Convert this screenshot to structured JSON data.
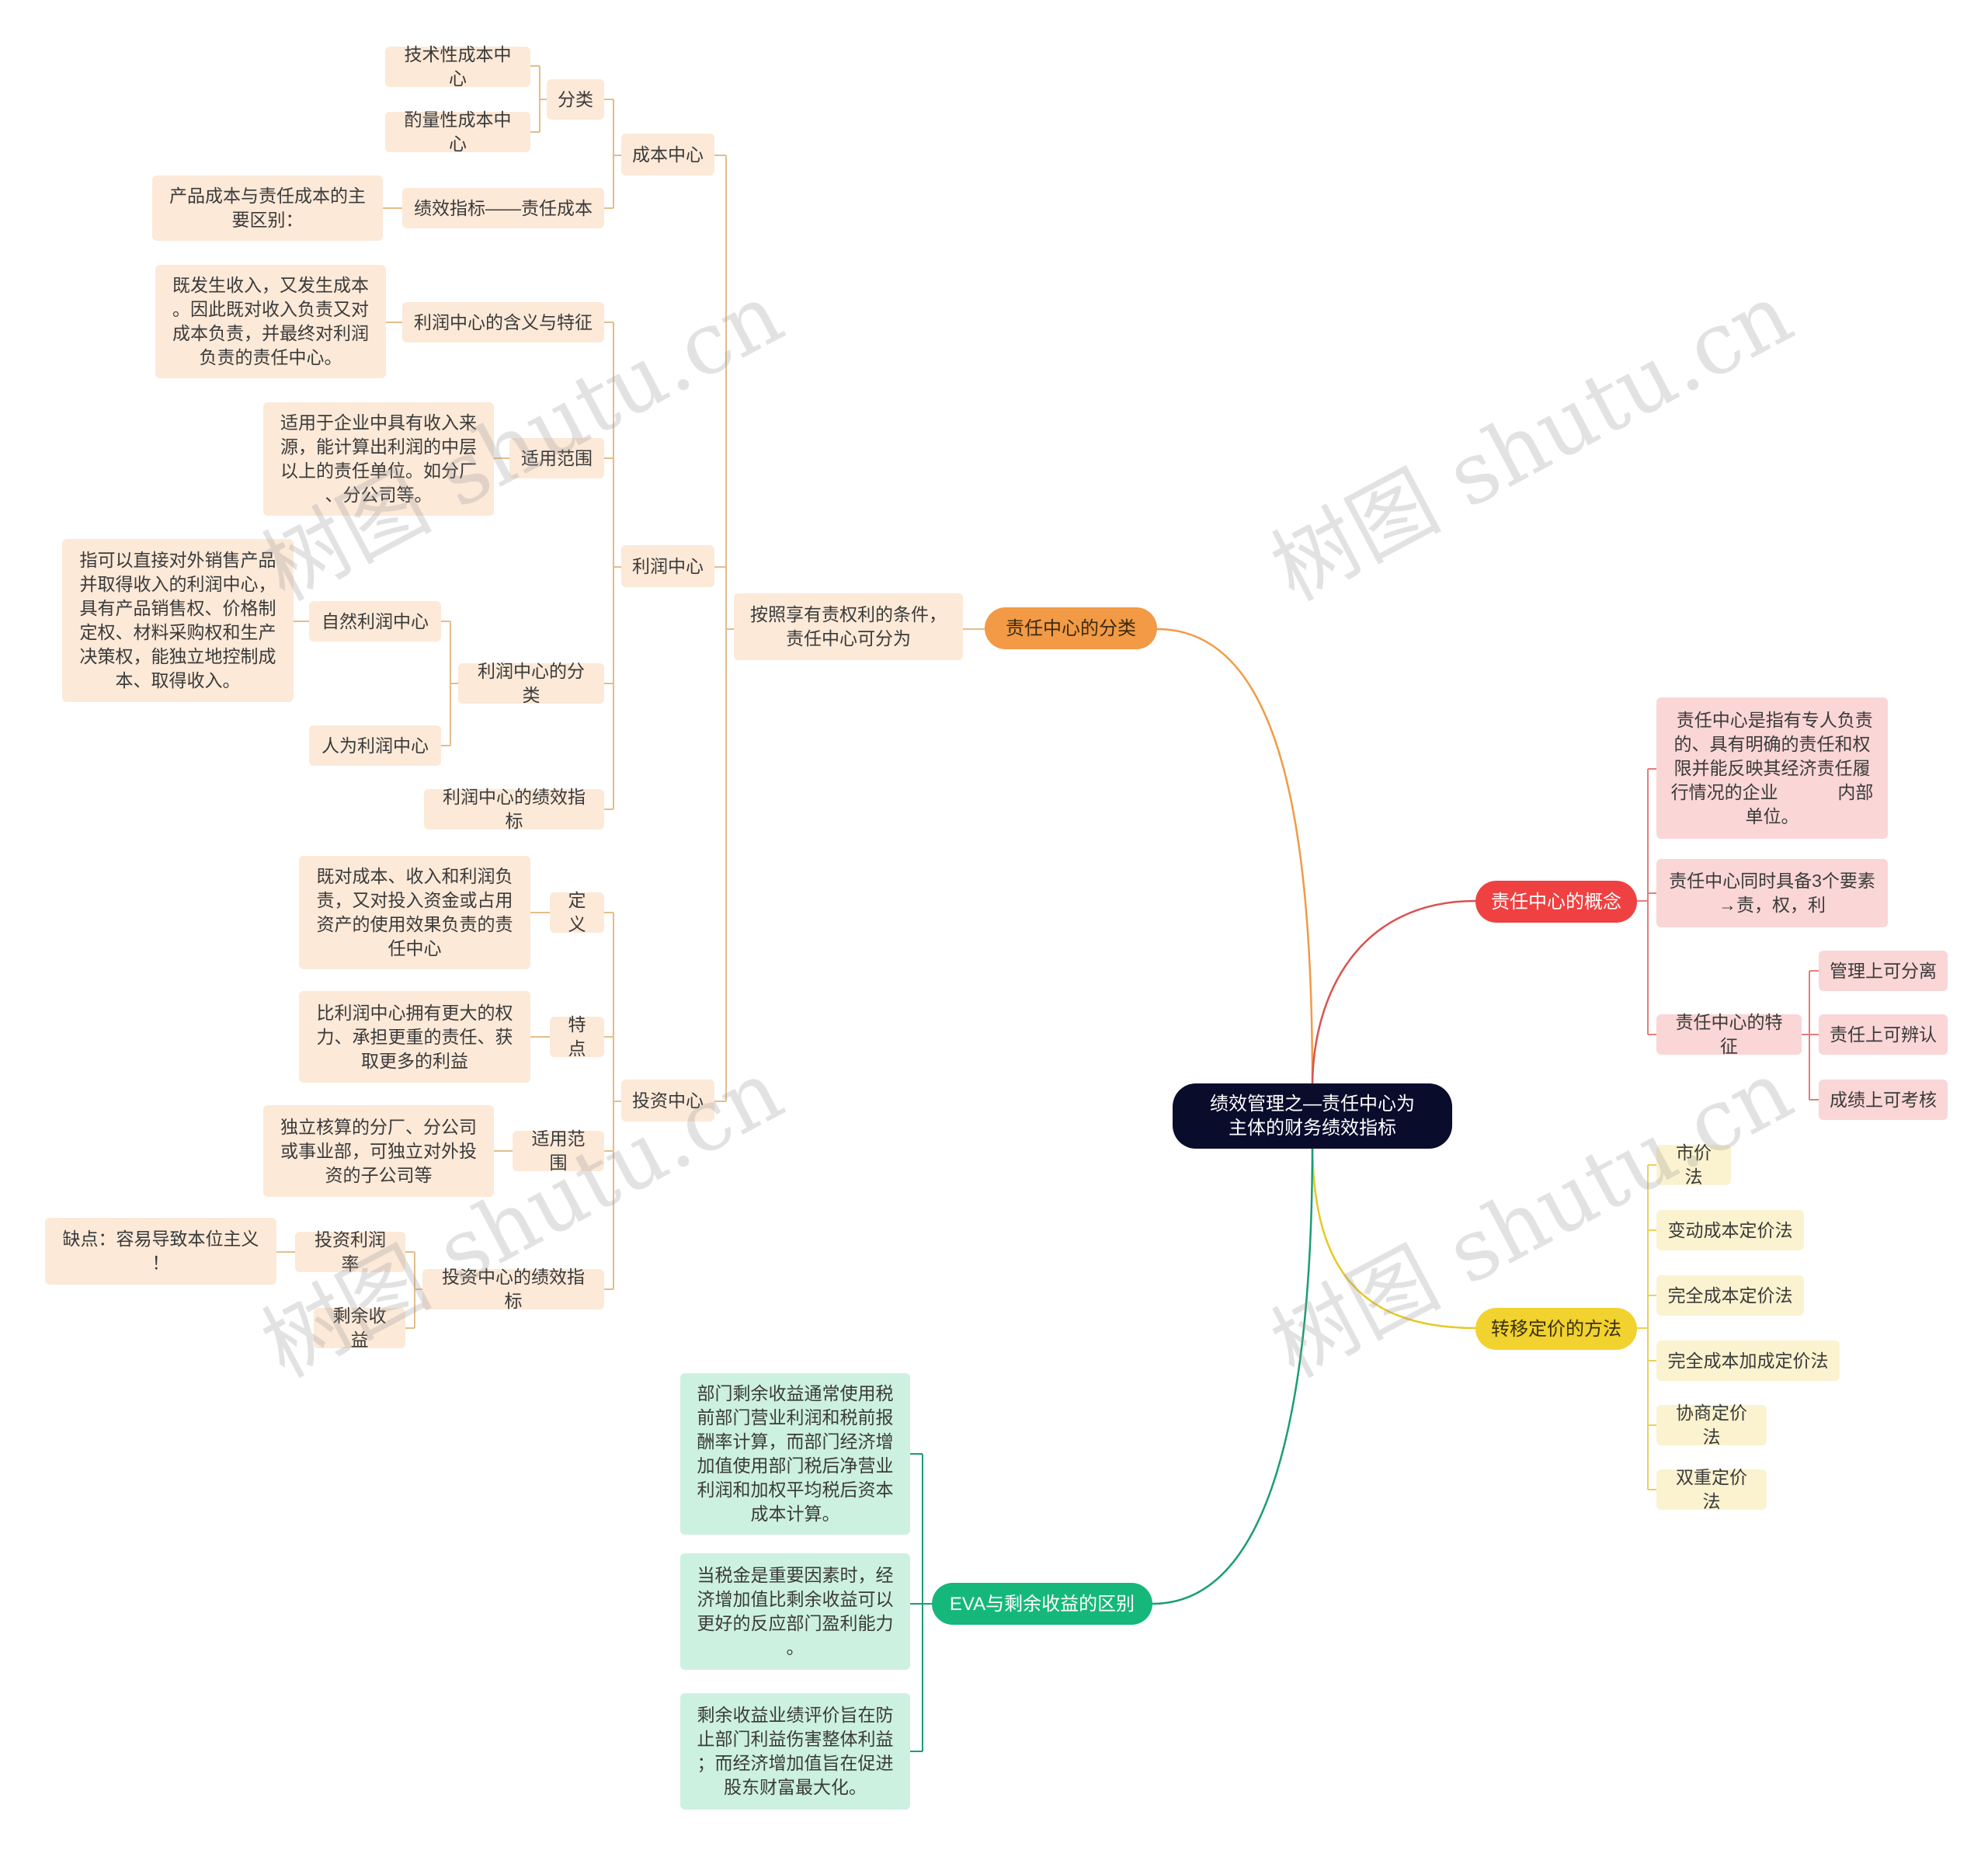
{
  "root": "绩效管理之—责任中心为\n主体的财务绩效指标",
  "branches": {
    "classification": "责任中心的分类",
    "concept": "责任中心的概念",
    "transfer": "转移定价的方法",
    "eva": "EVA与剩余收益的区别"
  },
  "classification": {
    "condition": "按照享有责权利的条件，\n责任中心可分为",
    "cost_center": {
      "label": "成本中心",
      "category": "分类",
      "technical": "技术性成本中心",
      "discretionary": "酌量性成本中心",
      "indicator": "绩效指标——责任成本",
      "difference": "产品成本与责任成本的主\n要区别："
    },
    "profit_center": {
      "label": "利润中心",
      "meaning": "利润中心的含义与特征",
      "meaning_desc": "既发生收入，又发生成本\n。因此既对收入负责又对\n成本负责，并最终对利润\n负责的责任中心。",
      "scope": "适用范围",
      "scope_desc": "适用于企业中具有收入来\n源，能计算出利润的中层\n以上的责任单位。如分厂\n、分公司等。",
      "types": "利润中心的分类",
      "natural": "自然利润中心",
      "natural_desc": "指可以直接对外销售产品\n并取得收入的利润中心，\n具有产品销售权、价格制\n定权、材料采购权和生产\n决策权，能独立地控制成\n本、取得收入。",
      "artificial": "人为利润中心",
      "indicator": "利润中心的绩效指标"
    },
    "investment_center": {
      "label": "投资中心",
      "definition": "定义",
      "definition_desc": "既对成本、收入和利润负\n责，又对投入资金或占用\n资产的使用效果负责的责\n任中心",
      "feature": "特点",
      "feature_desc": "比利润中心拥有更大的权\n力、承担更重的责任、获\n取更多的利益",
      "scope": "适用范围",
      "scope_desc": "独立核算的分厂、分公司\n或事业部，可独立对外投\n资的子公司等",
      "indicator": "投资中心的绩效指标",
      "roi": "投资利润率",
      "roi_note": "缺点：容易导致本位主义\n！",
      "residual": "剩余收益"
    }
  },
  "concept": {
    "definition": " 责任中心是指有专人负责\n的、具有明确的责任和权\n限并能反映其经济责任履\n行情况的企业            内部\n单位。",
    "elements": "责任中心同时具备3个要素\n→责，权，利",
    "features": "责任中心的特征",
    "f1": "管理上可分离",
    "f2": "责任上可辨认",
    "f3": "成绩上可考核"
  },
  "transfer": {
    "methods": [
      "市价法",
      "变动成本定价法",
      "完全成本定价法",
      "完全成本加成定价法",
      "协商定价法",
      "双重定价法"
    ]
  },
  "eva": {
    "p1": "部门剩余收益通常使用税\n前部门营业利润和税前报\n酬率计算，而部门经济增\n加值使用部门税后净营业\n利润和加权平均税后资本\n成本计算。",
    "p2": "当税金是重要因素时，经\n济增加值比剩余收益可以\n更好的反应部门盈利能力\n。",
    "p3": "剩余收益业绩评价旨在防\n止部门利益伤害整体利益\n；而经济增加值旨在促进\n股东财富最大化。"
  },
  "colors": {
    "orange": "#f29a45",
    "red": "#ef4141",
    "yellow": "#f1d22e",
    "green": "#15b87a",
    "root": "#0a0c2c",
    "beige_line": "#e4bd8a"
  },
  "watermark": "树图 shutu.cn"
}
